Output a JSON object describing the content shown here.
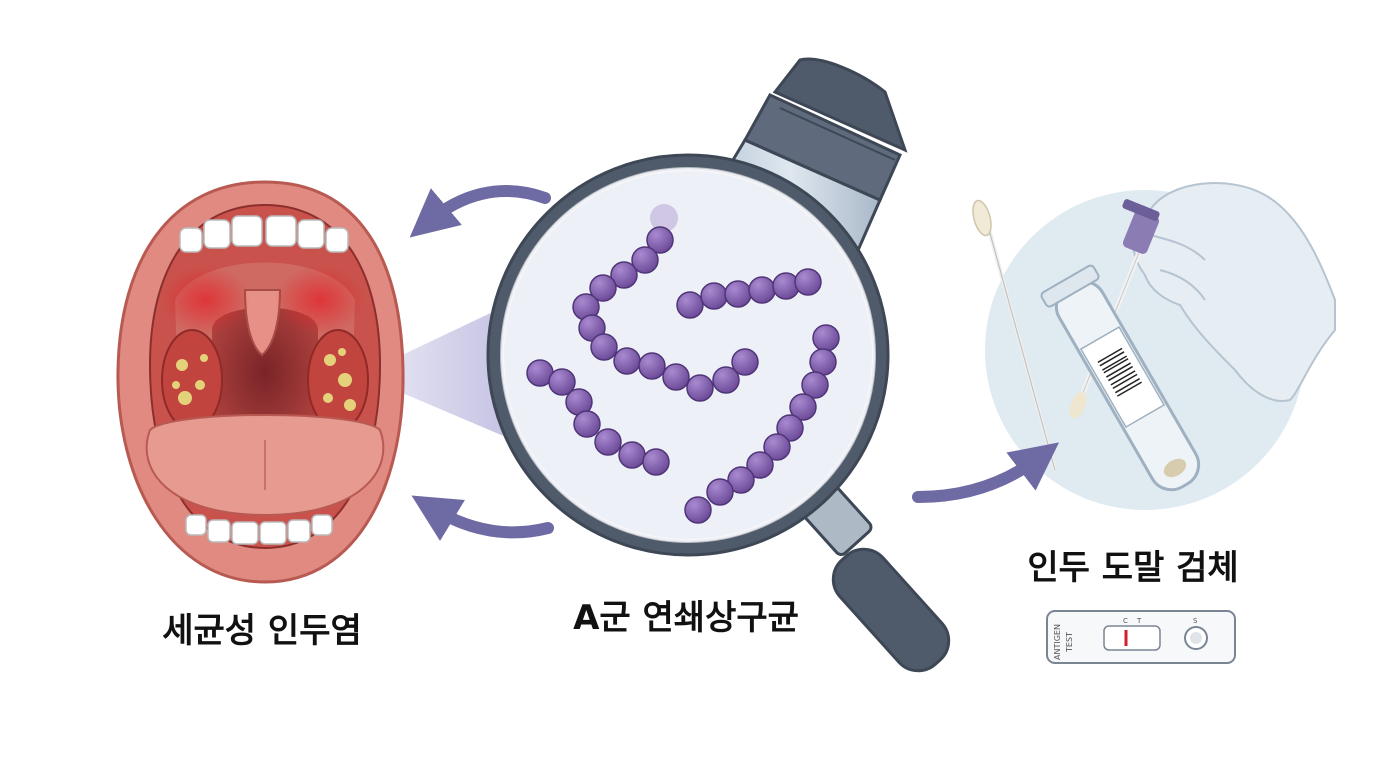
{
  "labels": {
    "throat": "세균성 인두염",
    "bacteria": "A군 연쇄상구균",
    "specimen": "인두 도말 검체"
  },
  "test_kit": {
    "name_line1": "ANTIGEN",
    "name_line2": "TEST",
    "mark_c": "C",
    "mark_t": "T",
    "mark_s": "S"
  },
  "colors": {
    "bacteria": "#7b5aa6",
    "arrow": "#6e6aa3",
    "lip": "#e08a82",
    "inflammation": "#d9232e",
    "scope_body": "#5c6878"
  }
}
